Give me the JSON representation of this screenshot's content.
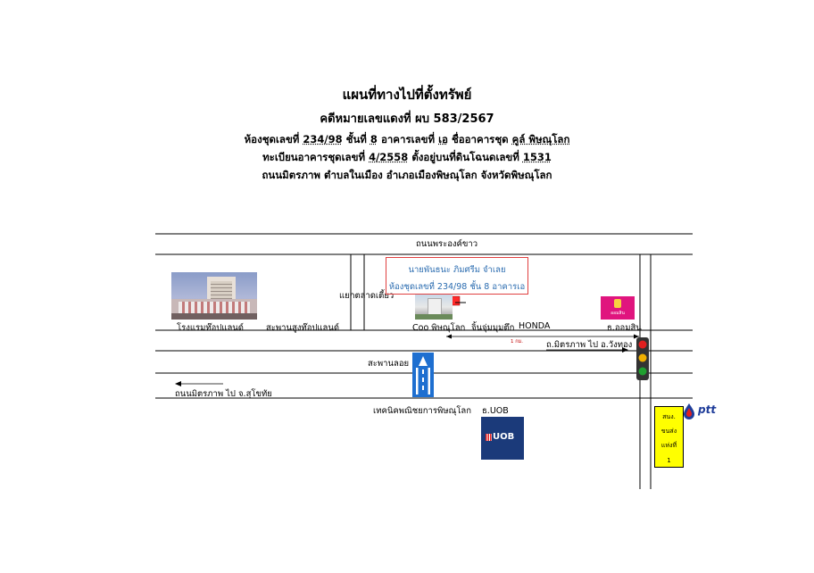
{
  "header": {
    "title": "แผนที่ทางไปที่ตั้งทรัพย์",
    "case_prefix": "คดีหมายเลขแดงที่ ผบ",
    "case_no": "583/2567",
    "l3": {
      "a": "ห้องชุดเลขที่",
      "unit_no": "234/98",
      "b": "ชั้นที่",
      "floor": "8",
      "c": "อาคารเลขที่",
      "building": "เอ",
      "d": "ชื่ออาคารชุด",
      "condo_name": "คูล์ พิษณุโลก"
    },
    "l4": {
      "a": "ทะเบียนอาคารชุดเลขที่",
      "reg_no": "4/2558",
      "b": "ตั้งอยู่บนที่ดินโฉนดเลขที่",
      "deed_no": "1531"
    },
    "l5": "ถนนมิตรภาพ ตำบลในเมือง อำเภอเมืองพิษณุโลก จังหวัดพิษณุโลก"
  },
  "map": {
    "road_top": "ถนนพระองค์ขาว",
    "red_box_line1": "นายพันธนะ ภิมศรีม จำเลย",
    "red_box_line2": "ห้องชุดเลขที่ 234/98 ชั้น 8 อาคารเอ",
    "intersection": "แยกตลาดเตี้ยว",
    "hotel": "โรงแรมท๊อปแลนด์",
    "bridge_topland": "สะพานสูงท๊อปแลนด์",
    "coo": "Coo พิษณุโลก",
    "junction_building": "จิ้นจุ่มมุมตึก",
    "honda": "HONDA",
    "gsb": "ธ.ออมสิน",
    "gsb_logo": "ออมสิน",
    "distance": "1 กม.",
    "to_wangthong": "ถ.มิตรภาพ  ไป อ.วังทอง",
    "bridge_loi": "สะพานลอย",
    "to_sukhothai": "ถนนมิตรภาพ  ไป จ.สุโขทัย",
    "tech_college": "เทคนิคพณิชยการพิษณุโลก",
    "uob_label": "ธ.UOB",
    "uob_logo": "UOB",
    "ptt_logo": "ptt",
    "station_l1": "สนง.",
    "station_l2": "ขนส่ง",
    "station_l3": "แห่งที่",
    "station_l4": "1"
  },
  "colors": {
    "red_box": "#e04040",
    "blue_text": "#2b6cb0",
    "uob_blue": "#1b3a7a",
    "gsb_pink": "#e0157e",
    "yellow": "#ffff00",
    "highway_blue": "#1e6fd0"
  }
}
